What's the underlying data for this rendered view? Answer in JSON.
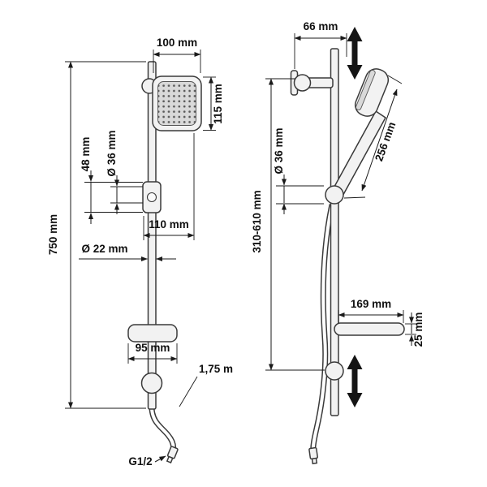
{
  "page": {
    "background": "#ffffff",
    "line_color": "#3a3a3a",
    "text_color": "#101010"
  },
  "front_view": {
    "head_width": "100 mm",
    "head_height": "115 mm",
    "holder_diameter": "Ø 36 mm",
    "holder_height": "48 mm",
    "upper_span": "110 mm",
    "rail_diameter": "Ø 22 mm",
    "total_height": "750 mm",
    "lower_bracket_width": "95 mm",
    "hose_length": "1,75 m",
    "connection_thread": "G1/2"
  },
  "side_view": {
    "wall_distance": "66 mm",
    "holder_diameter": "Ø 36 mm",
    "handshower_length": "256 mm",
    "adjustment_range": "310-610 mm",
    "lower_bracket_length": "169 mm",
    "lower_bracket_height": "25 mm"
  }
}
